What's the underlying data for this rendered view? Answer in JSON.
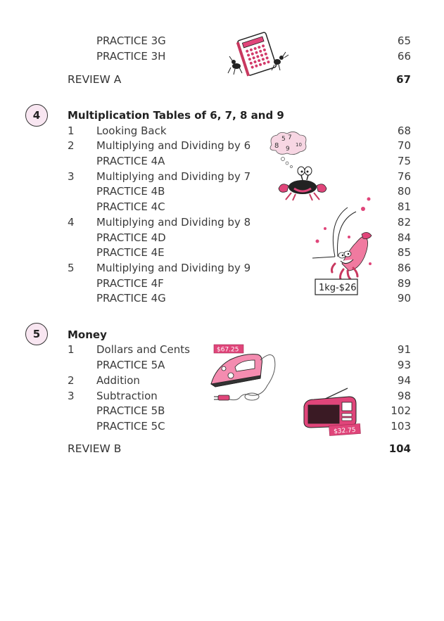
{
  "top_section": {
    "items": [
      {
        "label": "PRACTICE 3G",
        "page": "65"
      },
      {
        "label": "PRACTICE 3H",
        "page": "66"
      }
    ],
    "review": {
      "label": "REVIEW A",
      "page": "67"
    }
  },
  "chapters": [
    {
      "number": "4",
      "title": "Multiplication Tables of 6, 7, 8 and 9",
      "items": [
        {
          "num": "1",
          "label": "Looking Back",
          "page": "68"
        },
        {
          "num": "2",
          "label": "Multiplying and Dividing by 6",
          "page": "70"
        },
        {
          "num": "",
          "label": "PRACTICE 4A",
          "page": "75"
        },
        {
          "num": "3",
          "label": "Multiplying and Dividing by 7",
          "page": "76"
        },
        {
          "num": "",
          "label": "PRACTICE 4B",
          "page": "80"
        },
        {
          "num": "",
          "label": "PRACTICE 4C",
          "page": "81"
        },
        {
          "num": "4",
          "label": "Multiplying and Dividing by 8",
          "page": "82"
        },
        {
          "num": "",
          "label": "PRACTICE 4D",
          "page": "84"
        },
        {
          "num": "",
          "label": "PRACTICE 4E",
          "page": "85"
        },
        {
          "num": "5",
          "label": "Multiplying and Dividing by 9",
          "page": "86"
        },
        {
          "num": "",
          "label": "PRACTICE 4F",
          "page": "89"
        },
        {
          "num": "",
          "label": "PRACTICE 4G",
          "page": "90"
        }
      ]
    },
    {
      "number": "5",
      "title": "Money",
      "items": [
        {
          "num": "1",
          "label": "Dollars and Cents",
          "page": "91"
        },
        {
          "num": "",
          "label": "PRACTICE 5A",
          "page": "93"
        },
        {
          "num": "2",
          "label": "Addition",
          "page": "94"
        },
        {
          "num": "3",
          "label": "Subtraction",
          "page": "98"
        },
        {
          "num": "",
          "label": "PRACTICE 5B",
          "page": "102"
        },
        {
          "num": "",
          "label": "PRACTICE 5C",
          "page": "103"
        }
      ],
      "review": {
        "label": "REVIEW B",
        "page": "104"
      }
    }
  ],
  "illustrations": {
    "calculator": {
      "name": "calculator-with-ants"
    },
    "crab": {
      "name": "crab-thinking",
      "thought_numbers": [
        "8",
        "5",
        "7",
        "10",
        "9"
      ]
    },
    "shrimp": {
      "name": "shrimp-with-price",
      "price_tag": "1kg-$26"
    },
    "iron": {
      "name": "iron",
      "price_tag": "$67.25"
    },
    "radio": {
      "name": "radio",
      "price_tag": "$32.75"
    }
  },
  "colors": {
    "accent_pink": "#e0457a",
    "circle_fill": "#f8e6f1",
    "text": "#3a3a3a"
  }
}
